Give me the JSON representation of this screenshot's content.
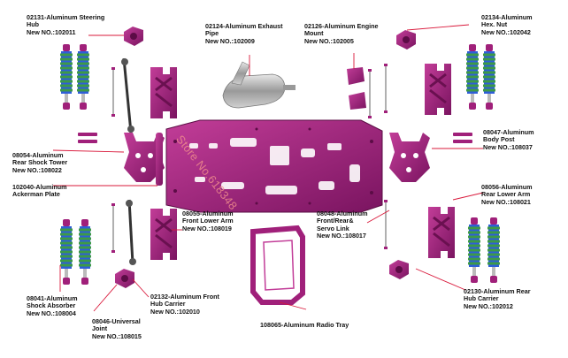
{
  "colors": {
    "anodized_purple": "#a0207a",
    "purple_dark": "#6a1050",
    "purple_light": "#d766b6",
    "leader_line": "#d9183a",
    "spring_green": "#3d9a47",
    "shock_blue": "#2f5ed8",
    "chrome": "#b9b9b9"
  },
  "labels": {
    "steering_hub": "02131-Aluminum Steering\nHub\nNew NO.:102011",
    "exhaust_pipe": "02124-Aluminum Exhaust\nPipe\nNew NO.:102009",
    "engine_mount": "02126-Aluminum Engine\nMount\nNew NO.:102005",
    "hex_nut": "02134-Aluminum\nHex. Nut\nNew NO.:102042",
    "rear_shock_tower": "08054-Aluminum\nRear Shock Tower\nNew NO.:108022",
    "body_post": "08047-Aluminum\nBody Post\nNew NO.:108037",
    "ackerman_plate": "102040-Aluminum\nAckerman Plate",
    "rear_lower_arm": "08056-Aluminum\nRear Lower Arm\nNew NO.:108021",
    "front_lower_arm": "08055-Aluminum\nFront Lower Arm\nNew NO.:108019",
    "servo_link": "08048-Aluminum\nFront/Rear&\nServo Link\nNew NO.:108017",
    "shock_absorber": "08041-Aluminum\nShock Absorber\nNew NO.:108004",
    "front_hub_carrier": "02132-Aluminum Front\nHub Carrier\nNew NO.:102010",
    "rear_hub_carrier": "02130-Aluminum Rear\nHub Carrier\nNew NO.:102012",
    "universal_joint": "08046-Universal\nJoint\nNew NO.:108015",
    "radio_tray": "108065-Aluminum Radio Tray"
  },
  "watermark": "Store No.618348"
}
